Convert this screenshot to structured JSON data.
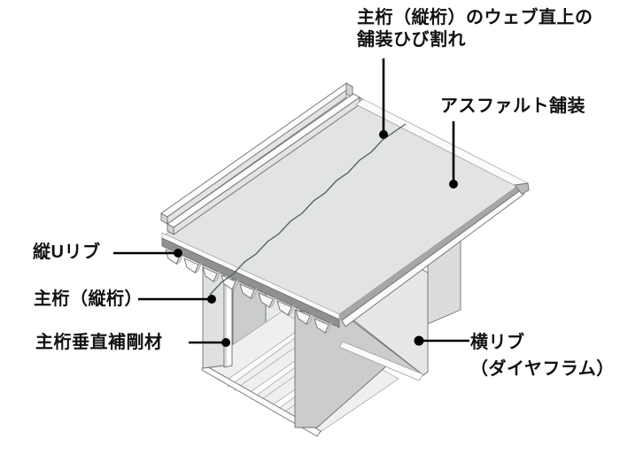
{
  "diagram": {
    "description": "Isometric cutaway of an orthotropic steel bridge deck showing pavement cracking above the main girder web",
    "labels": {
      "crack_line1": "主桁（縦桁）のウェブ直上の",
      "crack_line2": "舗装ひび割れ",
      "asphalt": "アスファルト舗装",
      "u_rib": "縦Uリブ",
      "main_girder": "主桁（縦桁）",
      "vertical_stiffener": "主桁垂直補剛材",
      "diaphragm_line1": "横リブ",
      "diaphragm_line2": "（ダイヤフラム）"
    }
  },
  "colors": {
    "page_bg": "#ffffff",
    "label_ink": "#111111",
    "leader_ink": "#000000",
    "outline": "#6e7070",
    "outline_light": "#9a9c9c",
    "asphalt": "#e2e3e3",
    "asphalt_edge": "#a5a7a7",
    "deck_edge_dark": "#8f9191",
    "plate_light": "#dfe0e0",
    "plate_lighter": "#e6e7e7",
    "plate_mid": "#cbcdcd",
    "plate_c": "#dbdcdc",
    "inner_face": "#e8e9e9",
    "interior": "#eeefef",
    "white_face": "#fbfbfb",
    "cap_gray": "#b9bbbb",
    "curb_face": "#e2e3e3",
    "curb_top": "#fcfcfc",
    "curb_cap": "#d2d3d3",
    "rib_face": "#f7f8f8",
    "rib_side": "#d2d4d4",
    "crack": "#4e5d66"
  }
}
